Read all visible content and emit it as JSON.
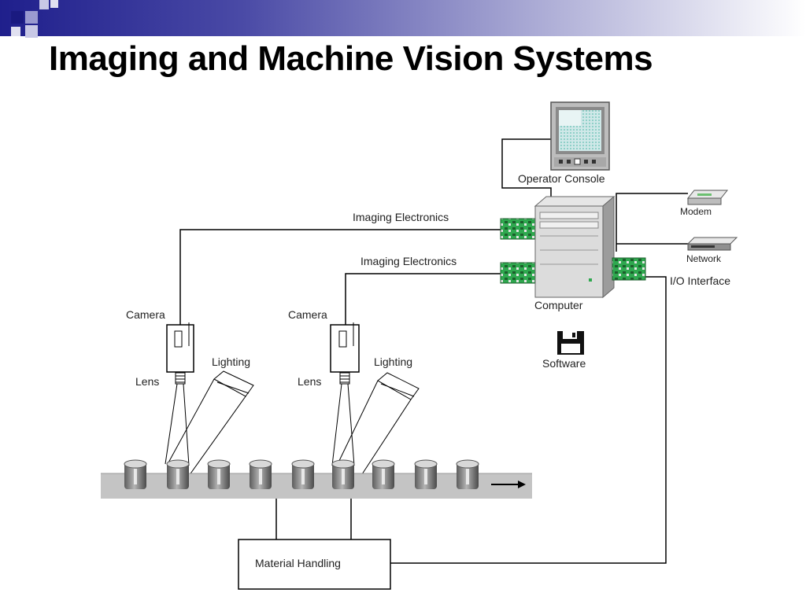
{
  "slide": {
    "title": "Imaging and Machine Vision Systems"
  },
  "diagram": {
    "labels": {
      "operator_console": "Operator Console",
      "imaging_electronics_1": "Imaging Electronics",
      "imaging_electronics_2": "Imaging Electronics",
      "computer": "Computer",
      "modem": "Modem",
      "network": "Network",
      "io_interface": "I/O Interface",
      "software": "Software",
      "camera_1": "Camera",
      "camera_2": "Camera",
      "lens_1": "Lens",
      "lens_2": "Lens",
      "lighting_1": "Lighting",
      "lighting_2": "Lighting",
      "material_handling": "Material Handling"
    },
    "colors": {
      "title_bar_dark": "#1f1f8c",
      "circuit_board_green": "#2fa84f",
      "conveyor_gray": "#c4c4c4",
      "part_gray": "#8a8a8a"
    }
  }
}
